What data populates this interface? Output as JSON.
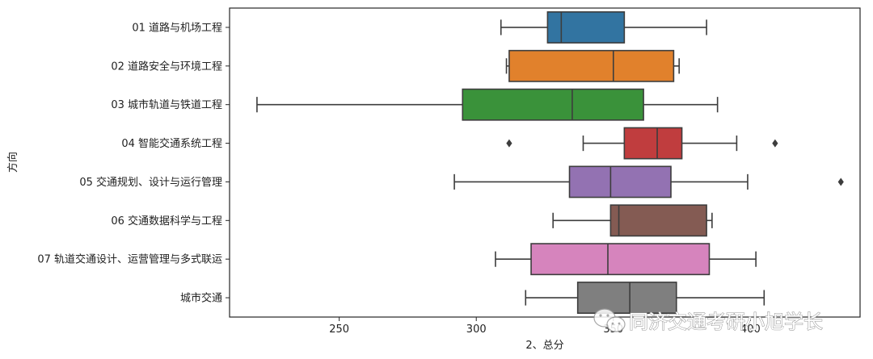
{
  "chart_data": {
    "type": "box",
    "orientation": "horizontal",
    "xlabel": "2、总分",
    "ylabel": "方向",
    "xlim": [
      210,
      440
    ],
    "xticks": [
      250,
      300,
      350,
      400
    ],
    "grid": false,
    "categories": [
      "01 道路与机场工程",
      "02 道路安全与环境工程",
      "03 城市轨道与铁道工程",
      "04 智能交通系统工程",
      "05 交通规划、设计与运行管理",
      "06 交通数据科学与工程",
      "07 轨道交通设计、运营管理与多式联运",
      "城市交通"
    ],
    "boxes": [
      {
        "color": "#3274a1",
        "whisker_low": 309,
        "q1": 326,
        "median": 331,
        "q3": 354,
        "whisker_high": 384,
        "outliers": []
      },
      {
        "color": "#e1812c",
        "whisker_low": 311,
        "q1": 312,
        "median": 350,
        "q3": 372,
        "whisker_high": 374,
        "outliers": []
      },
      {
        "color": "#3a923a",
        "whisker_low": 220,
        "q1": 295,
        "median": 335,
        "q3": 361,
        "whisker_high": 388,
        "outliers": []
      },
      {
        "color": "#c03d3e",
        "whisker_low": 339,
        "q1": 354,
        "median": 366,
        "q3": 375,
        "whisker_high": 395,
        "outliers": [
          312,
          409
        ]
      },
      {
        "color": "#9372b2",
        "whisker_low": 292,
        "q1": 334,
        "median": 349,
        "q3": 371,
        "whisker_high": 399,
        "outliers": [
          433
        ]
      },
      {
        "color": "#845b53",
        "whisker_low": 328,
        "q1": 349,
        "median": 352,
        "q3": 384,
        "whisker_high": 386,
        "outliers": []
      },
      {
        "color": "#d684bd",
        "whisker_low": 307,
        "q1": 320,
        "median": 348,
        "q3": 385,
        "whisker_high": 402,
        "outliers": []
      },
      {
        "color": "#7f7f7f",
        "whisker_low": 318,
        "q1": 337,
        "median": 356,
        "q3": 373,
        "whisker_high": 405,
        "outliers": []
      }
    ]
  },
  "watermark": {
    "text": "同济交通考研小旭学长",
    "icon": "wechat-icon"
  }
}
